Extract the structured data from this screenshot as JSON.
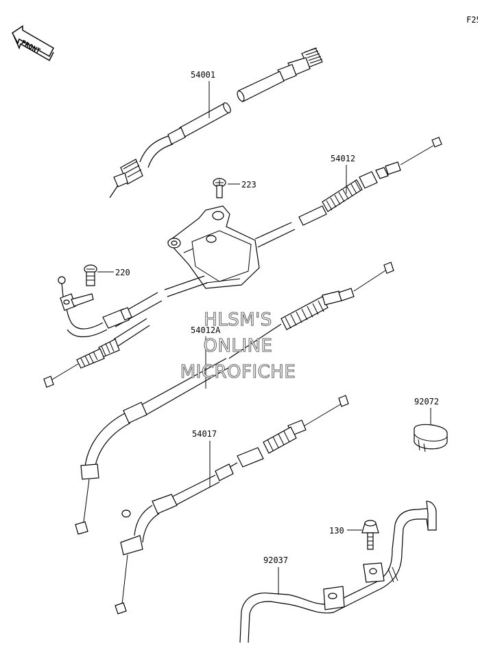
{
  "figure_code": "F25",
  "front_arrow": {
    "label": "FRONT"
  },
  "parts": [
    {
      "id": "p54001",
      "number": "54001",
      "description": "speedometer cable"
    },
    {
      "id": "p54012",
      "number": "54012",
      "description": "throttle cable"
    },
    {
      "id": "p223",
      "number": "223",
      "description": "screw"
    },
    {
      "id": "p220",
      "number": "220",
      "description": "screw"
    },
    {
      "id": "p54012A",
      "number": "54012A",
      "description": "throttle cable"
    },
    {
      "id": "p92072",
      "number": "92072",
      "description": "clamp"
    },
    {
      "id": "p54017",
      "number": "54017",
      "description": "choke cable"
    },
    {
      "id": "p130",
      "number": "130",
      "description": "bolt"
    },
    {
      "id": "p92037",
      "number": "92037",
      "description": "cable holder"
    }
  ],
  "watermark": [
    "HLSM'S",
    "ONLINE",
    "MICROFICHE"
  ],
  "colors": {
    "line": "#000000",
    "watermark_outline": "#6a6a6a",
    "background": "#ffffff"
  }
}
